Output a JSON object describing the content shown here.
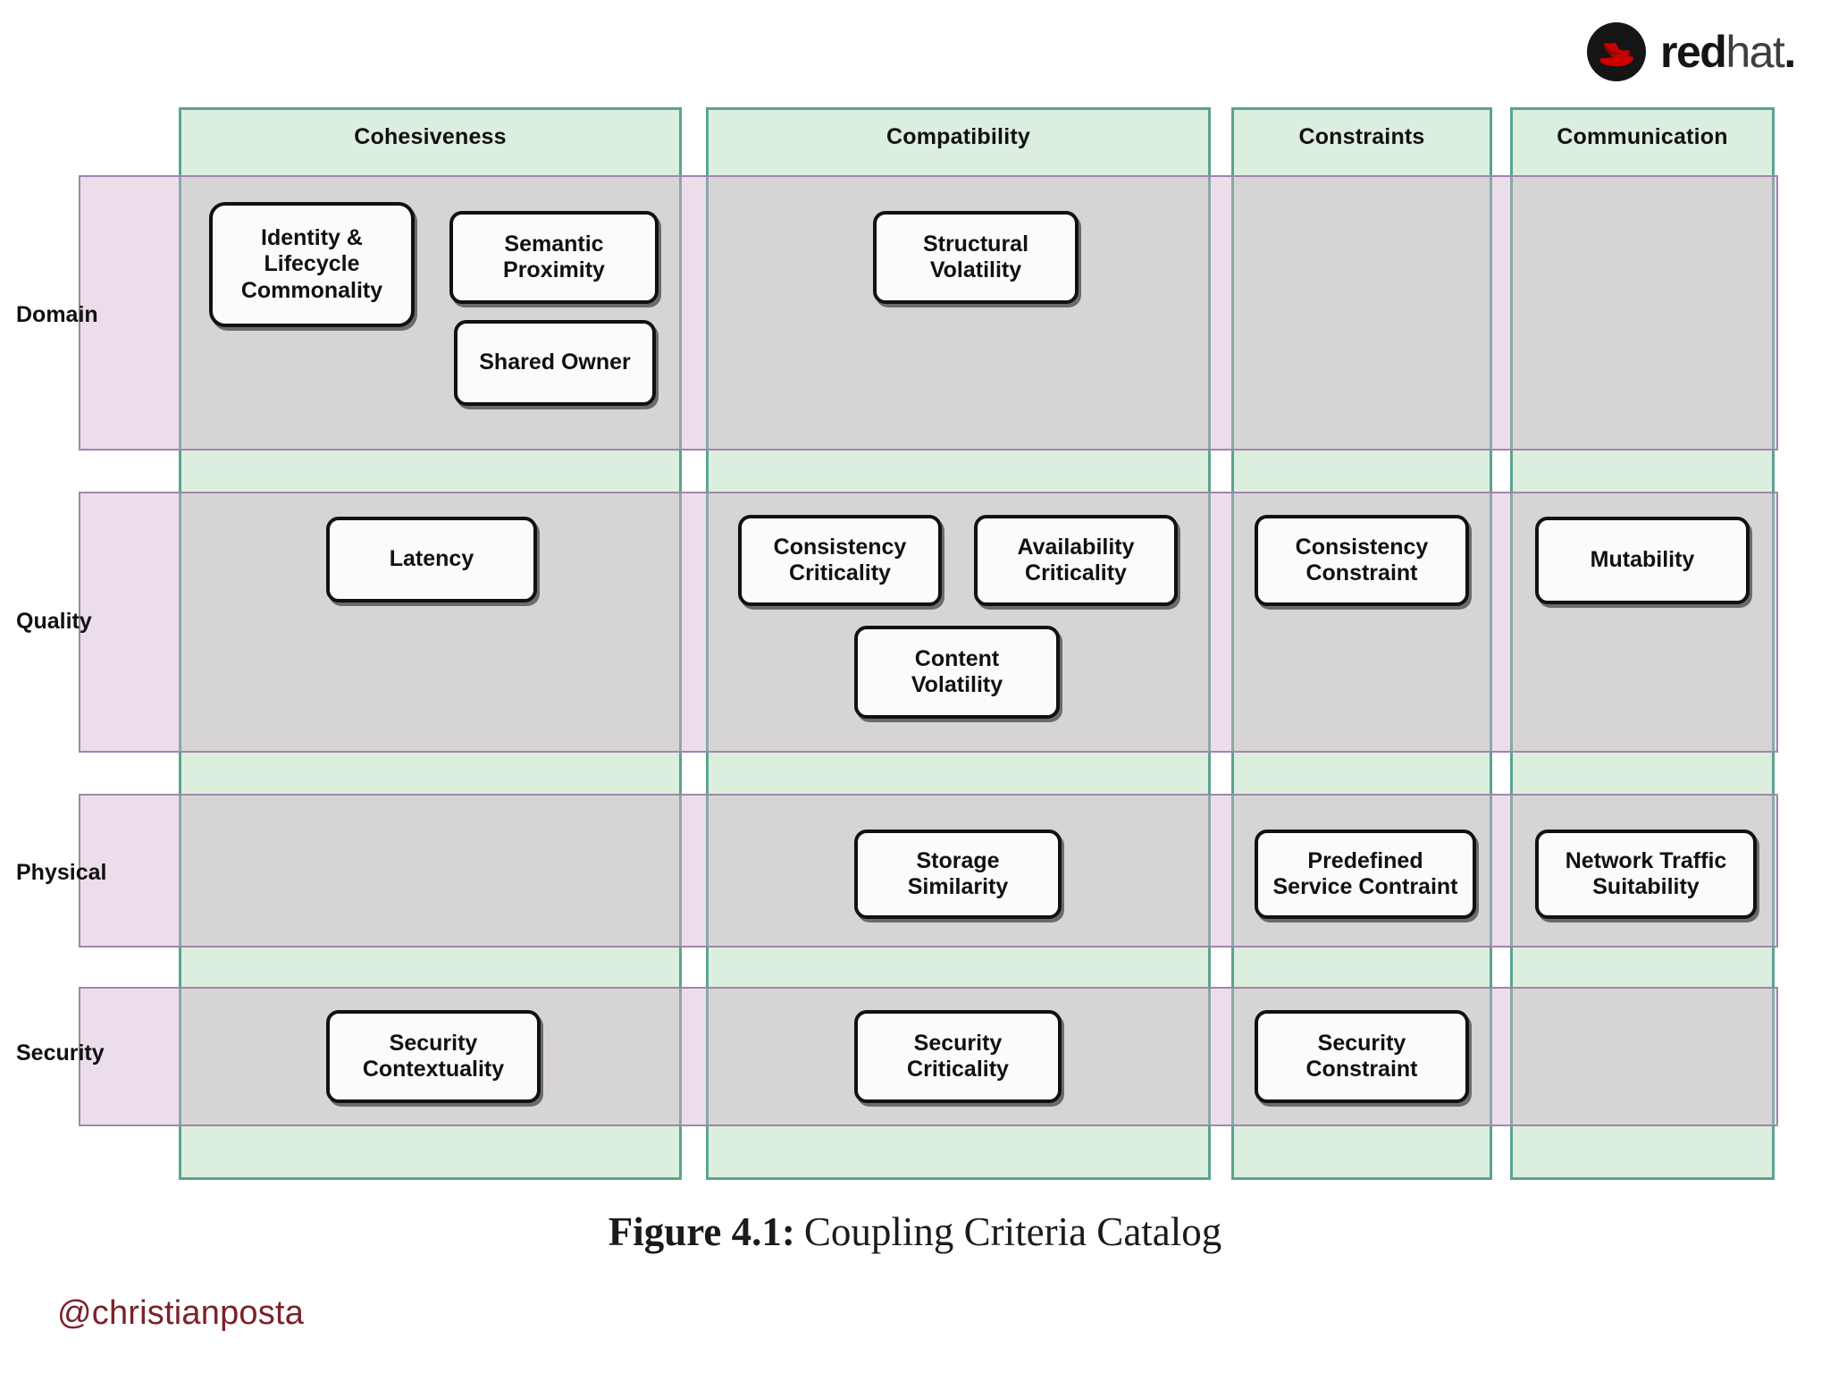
{
  "brand": {
    "mark": "redhat-shadowman-icon",
    "word_primary": "red",
    "word_secondary": "hat",
    "trademark": "."
  },
  "matrix": {
    "columns": [
      {
        "id": "cohesiveness",
        "label": "Cohesiveness"
      },
      {
        "id": "compatibility",
        "label": "Compatibility"
      },
      {
        "id": "constraints",
        "label": "Constraints"
      },
      {
        "id": "communication",
        "label": "Communication"
      }
    ],
    "rows": [
      {
        "id": "domain",
        "label": "Domain"
      },
      {
        "id": "quality",
        "label": "Quality"
      },
      {
        "id": "physical",
        "label": "Physical"
      },
      {
        "id": "security",
        "label": "Security"
      }
    ],
    "cells": {
      "domain_cohesiveness": [
        "Identity &\nLifecycle\nCommonality",
        "Semantic\nProximity",
        "Shared Owner"
      ],
      "domain_compatibility": [
        "Structural\nVolatility"
      ],
      "domain_constraints": [],
      "domain_communication": [],
      "quality_cohesiveness": [
        "Latency"
      ],
      "quality_compatibility": [
        "Consistency\nCriticality",
        "Availability\nCriticality",
        "Content\nVolatility"
      ],
      "quality_constraints": [
        "Consistency\nConstraint"
      ],
      "quality_communication": [
        "Mutability"
      ],
      "physical_cohesiveness": [],
      "physical_compatibility": [
        "Storage\nSimilarity"
      ],
      "physical_constraints": [
        "Predefined\nService Contraint"
      ],
      "physical_communication": [
        "Network Traffic\nSuitability"
      ],
      "security_cohesiveness": [
        "Security\nContextuality"
      ],
      "security_compatibility": [
        "Security\nCriticality"
      ],
      "security_constraints": [
        "Security\nConstraint"
      ],
      "security_communication": []
    },
    "boxes": {
      "identity_lifecycle_commonality_l1": "Identity &",
      "identity_lifecycle_commonality_l2": "Lifecycle",
      "identity_lifecycle_commonality_l3": "Commonality",
      "semantic_proximity_l1": "Semantic",
      "semantic_proximity_l2": "Proximity",
      "shared_owner_l1": "Shared Owner",
      "structural_volatility_l1": "Structural",
      "structural_volatility_l2": "Volatility",
      "latency_l1": "Latency",
      "consistency_criticality_l1": "Consistency",
      "consistency_criticality_l2": "Criticality",
      "availability_criticality_l1": "Availability",
      "availability_criticality_l2": "Criticality",
      "content_volatility_l1": "Content",
      "content_volatility_l2": "Volatility",
      "consistency_constraint_l1": "Consistency",
      "consistency_constraint_l2": "Constraint",
      "mutability_l1": "Mutability",
      "storage_similarity_l1": "Storage",
      "storage_similarity_l2": "Similarity",
      "predefined_service_contraint_l1": "Predefined",
      "predefined_service_contraint_l2": "Service Contraint",
      "network_traffic_suitability_l1": "Network Traffic",
      "network_traffic_suitability_l2": "Suitability",
      "security_contextuality_l1": "Security",
      "security_contextuality_l2": "Contextuality",
      "security_criticality_l1": "Security",
      "security_criticality_l2": "Criticality",
      "security_constraint_l1": "Security",
      "security_constraint_l2": "Constraint"
    }
  },
  "caption": {
    "label": "Figure 4.1:",
    "text": "Coupling Criteria Catalog"
  },
  "handle": "@christianposta",
  "colors": {
    "column_band_fill": "#dceedd",
    "column_band_border": "#5ba391",
    "row_band_fill": "#cfb0cd",
    "row_band_border": "#9f86ac",
    "box_fill": "#fbfafc",
    "box_border": "#111111",
    "handle_color": "#7b2229",
    "brand_red": "#cc0000"
  }
}
